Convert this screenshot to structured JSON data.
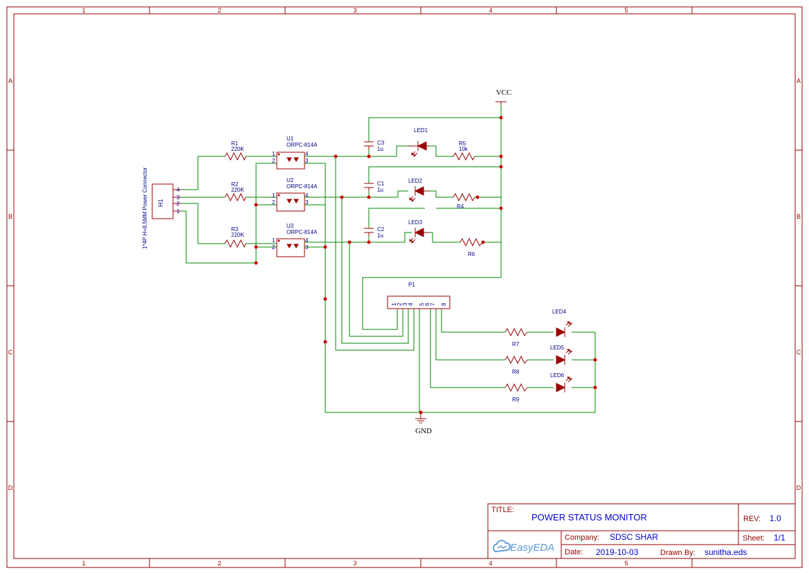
{
  "zones": {
    "columns": [
      "1",
      "2",
      "3",
      "4",
      "5"
    ],
    "rows": [
      "A",
      "B",
      "C",
      "D"
    ]
  },
  "nets": {
    "vcc": "VCC",
    "gnd": "GND"
  },
  "connector": {
    "designator": "H1",
    "description": "1*4P H=8.5MM Power Connector",
    "pins": [
      "4",
      "3",
      "2",
      "1"
    ]
  },
  "resistors": [
    {
      "ref": "R1",
      "value": "220K"
    },
    {
      "ref": "R2",
      "value": "220K"
    },
    {
      "ref": "R3",
      "value": "220K"
    },
    {
      "ref": "R5",
      "value": "10k"
    },
    {
      "ref": "R4",
      "value": ""
    },
    {
      "ref": "R6",
      "value": ""
    },
    {
      "ref": "R7",
      "value": ""
    },
    {
      "ref": "R8",
      "value": ""
    },
    {
      "ref": "R9",
      "value": ""
    }
  ],
  "optocouplers": [
    {
      "ref": "U1",
      "part": "ORPC-814A"
    },
    {
      "ref": "U2",
      "part": "ORPC-814A"
    },
    {
      "ref": "U3",
      "part": "ORPC-814A"
    }
  ],
  "opto_pins": {
    "p1": "1",
    "p2": "2",
    "p3": "3",
    "p4": "4"
  },
  "capacitors": [
    {
      "ref": "C3",
      "value": "1u"
    },
    {
      "ref": "C1",
      "value": "1u"
    },
    {
      "ref": "C2",
      "value": "1u"
    }
  ],
  "leds": [
    "LED1",
    "LED2",
    "LED3",
    "LED4",
    "LED5",
    "LED6"
  ],
  "header": {
    "ref": "P1",
    "pins": [
      "1",
      "2",
      "3",
      "4",
      "5",
      "6",
      "7",
      "8"
    ]
  },
  "title_block": {
    "title_label": "TITLE:",
    "title": "POWER STATUS MONITOR",
    "rev_label": "REV:",
    "rev": "1.0",
    "company_label": "Company:",
    "company": "SDSC SHAR",
    "sheet_label": "Sheet:",
    "sheet": "1/1",
    "date_label": "Date:",
    "date": "2019-10-03",
    "drawn_label": "Drawn By:",
    "drawn_by": "sunitha.eds",
    "logo_text": "EasyEDA"
  }
}
